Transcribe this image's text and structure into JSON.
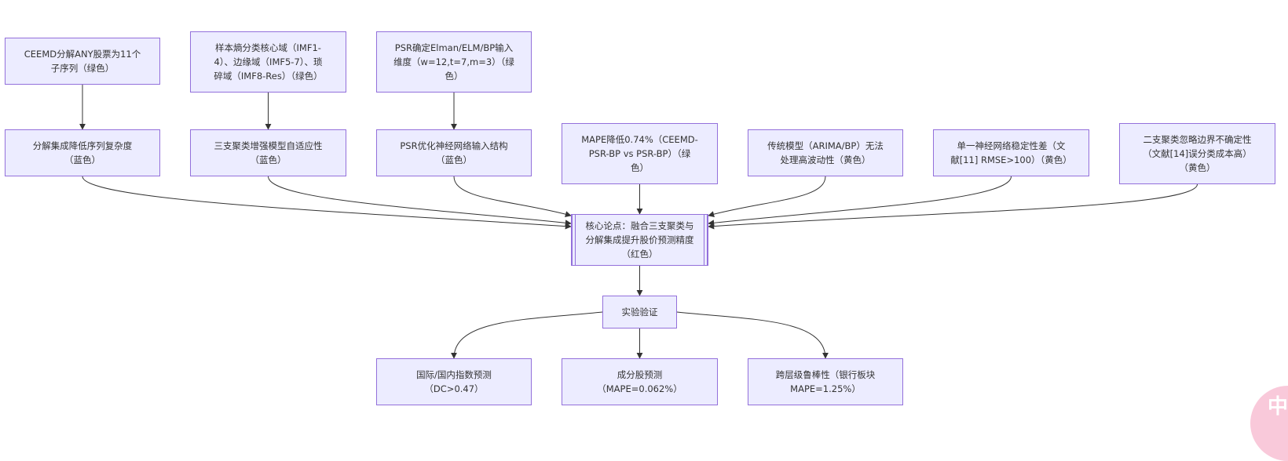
{
  "diagram": {
    "nodes": [
      {
        "id": "A1",
        "label": "CEEMD分解ANY股票为11个\n子序列（绿色）"
      },
      {
        "id": "A2",
        "label": "样本熵分类核心域（IMF1-\n4）、边缘域（IMF5-7）、琐\n碎域（IMF8-Res）（绿色）"
      },
      {
        "id": "A3",
        "label": "PSR确定Elman/ELM/BP输入\n维度（w=12,t=7,m=3）（绿\n色）"
      },
      {
        "id": "B1",
        "label": "分解集成降低序列复杂度\n（蓝色）"
      },
      {
        "id": "B2",
        "label": "三支聚类增强模型自适应性\n（蓝色）"
      },
      {
        "id": "B3",
        "label": "PSR优化神经网络输入结构\n（蓝色）"
      },
      {
        "id": "C1",
        "label": "MAPE降低0.74%（CEEMD-\nPSR-BP vs PSR-BP）（绿\n色）"
      },
      {
        "id": "C2",
        "label": "传统模型（ARIMA/BP）无法\n处理高波动性（黄色）"
      },
      {
        "id": "C3",
        "label": "单一神经网络稳定性差（文\n献[11] RMSE>100）（黄色）"
      },
      {
        "id": "C4",
        "label": "二支聚类忽略边界不确定性\n（文献[14]误分类成本高）\n（黄色）"
      },
      {
        "id": "CORE",
        "label": "核心论点：融合三支聚类与\n分解集成提升股价预测精度\n（红色）"
      },
      {
        "id": "EXP",
        "label": "实验验证"
      },
      {
        "id": "R1",
        "label": "国际/国内指数预测\n（DC>0.47）"
      },
      {
        "id": "R2",
        "label": "成分股预测\n（MAPE=0.062%）"
      },
      {
        "id": "R3",
        "label": "跨层级鲁棒性（银行板块\nMAPE=1.25%）"
      }
    ],
    "edges": [
      {
        "from": "A1",
        "to": "B1"
      },
      {
        "from": "A2",
        "to": "B2"
      },
      {
        "from": "A3",
        "to": "B3"
      },
      {
        "from": "B1",
        "to": "CORE"
      },
      {
        "from": "B2",
        "to": "CORE"
      },
      {
        "from": "B3",
        "to": "CORE"
      },
      {
        "from": "C1",
        "to": "CORE"
      },
      {
        "from": "C2",
        "to": "CORE"
      },
      {
        "from": "C3",
        "to": "CORE"
      },
      {
        "from": "C4",
        "to": "CORE"
      },
      {
        "from": "CORE",
        "to": "EXP"
      },
      {
        "from": "EXP",
        "to": "R1"
      },
      {
        "from": "EXP",
        "to": "R2"
      },
      {
        "from": "EXP",
        "to": "R3"
      }
    ],
    "colors": {
      "node_fill": "#ececff",
      "node_border": "#9370db",
      "edge": "#333333",
      "text": "#333333"
    }
  },
  "badge": {
    "text": "中"
  }
}
